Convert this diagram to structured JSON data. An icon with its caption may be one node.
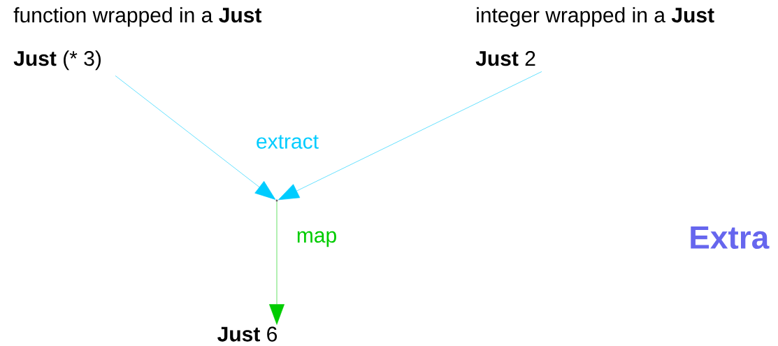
{
  "diagram": {
    "nodes": [
      {
        "text": [
          "function wrapped in a **Just**",
          "**Just** (* 3)"
        ]
      },
      {
        "text": [
          "integer wrapped in a **Just**",
          "**Just** 2"
        ]
      },
      {
        "text": [],
        "shape": "point"
      },
      {
        "text": [
          "**Just** 6"
        ]
      }
    ],
    "edges": [
      {
        "from": 0,
        "to": 2,
        "arrow": "to",
        "label": "extract",
        "color": "#00ccff"
      },
      {
        "from": 1,
        "to": 2,
        "arrow": "to",
        "color": "#00ccff"
      },
      {
        "from": 2,
        "to": 3,
        "arrow": "to",
        "label": "map",
        "color": "#00cc00"
      }
    ],
    "labels": [
      "Extra"
    ]
  }
}
